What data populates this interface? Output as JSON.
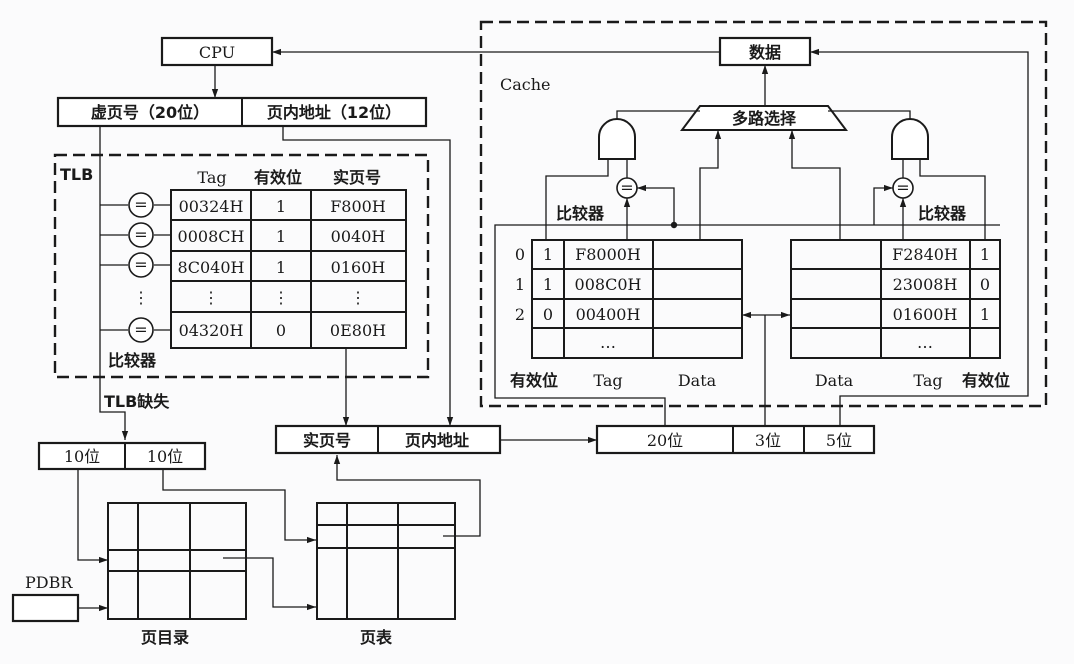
{
  "cpu": {
    "label": "CPU"
  },
  "virtual_address": {
    "vpn_label": "虚页号（20位）",
    "offset_label": "页内地址（12位）"
  },
  "tlb": {
    "title": "TLB",
    "headers": [
      "Tag",
      "有效位",
      "实页号"
    ],
    "rows": [
      {
        "tag": "00324H",
        "valid": "1",
        "ppn": "F800H"
      },
      {
        "tag": "0008CH",
        "valid": "1",
        "ppn": "0040H"
      },
      {
        "tag": "8C040H",
        "valid": "1",
        "ppn": "0160H"
      },
      {
        "tag": "⋮",
        "valid": "⋮",
        "ppn": "⋮"
      },
      {
        "tag": "04320H",
        "valid": "0",
        "ppn": "0E80H"
      }
    ],
    "comparator_label": "比较器",
    "ellipsis": "⋮",
    "miss_label": "TLB缺失"
  },
  "page_walk": {
    "split": [
      "10位",
      "10位"
    ],
    "pdbr_label": "PDBR",
    "page_directory_label": "页目录",
    "page_table_label": "页表"
  },
  "physical_address": {
    "ppn_label": "实页号",
    "offset_label": "页内地址"
  },
  "cache_address": {
    "fields": [
      "20位",
      "3位",
      "5位"
    ]
  },
  "cache": {
    "title": "Cache",
    "data_out_label": "数据",
    "mux_label": "多路选择",
    "comparator_label": "比较器",
    "way0": {
      "index": [
        "0",
        "1",
        "2",
        ""
      ],
      "rows": [
        {
          "valid": "1",
          "tag": "F8000H",
          "data": ""
        },
        {
          "valid": "1",
          "tag": "008C0H",
          "data": ""
        },
        {
          "valid": "0",
          "tag": "00400H",
          "data": ""
        },
        {
          "valid": "",
          "tag": "…",
          "data": ""
        }
      ],
      "footer": [
        "有效位",
        "Tag",
        "Data"
      ]
    },
    "way1": {
      "rows": [
        {
          "data": "",
          "tag": "F2840H",
          "valid": "1"
        },
        {
          "data": "",
          "tag": "23008H",
          "valid": "0"
        },
        {
          "data": "",
          "tag": "01600H",
          "valid": "1"
        },
        {
          "data": "",
          "tag": "…",
          "valid": ""
        }
      ],
      "footer": [
        "Data",
        "Tag",
        "有效位"
      ]
    }
  }
}
